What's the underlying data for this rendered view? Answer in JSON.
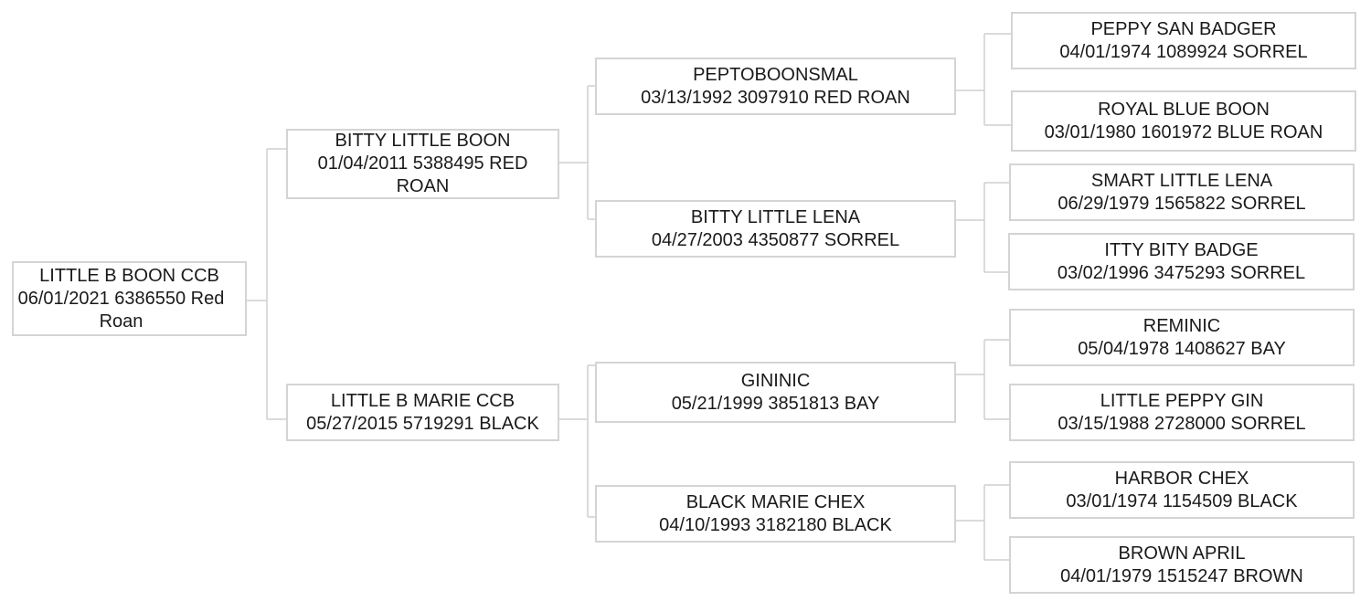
{
  "pedigree": {
    "subject": {
      "name": "LITTLE B BOON CCB",
      "info": "06/01/2021 6386550 Red Roan"
    },
    "sire": {
      "name": "BITTY LITTLE BOON",
      "info": "01/04/2011 5388495 RED ROAN"
    },
    "dam": {
      "name": "LITTLE B MARIE CCB",
      "info": "05/27/2015 5719291 BLACK"
    },
    "sire_sire": {
      "name": "PEPTOBOONSMAL",
      "info": "03/13/1992 3097910 RED ROAN"
    },
    "sire_dam": {
      "name": "BITTY LITTLE LENA",
      "info": "04/27/2003 4350877 SORREL"
    },
    "dam_sire": {
      "name": "GININIC",
      "info": "05/21/1999 3851813 BAY"
    },
    "dam_dam": {
      "name": "BLACK MARIE CHEX",
      "info": "04/10/1993 3182180 BLACK"
    },
    "sire_sire_sire": {
      "name": "PEPPY SAN BADGER",
      "info": "04/01/1974 1089924 SORREL"
    },
    "sire_sire_dam": {
      "name": "ROYAL BLUE BOON",
      "info": "03/01/1980 1601972 BLUE ROAN"
    },
    "sire_dam_sire": {
      "name": "SMART LITTLE LENA",
      "info": "06/29/1979 1565822 SORREL"
    },
    "sire_dam_dam": {
      "name": "ITTY BITY BADGE",
      "info": "03/02/1996 3475293 SORREL"
    },
    "dam_sire_sire": {
      "name": "REMINIC",
      "info": "05/04/1978 1408627 BAY"
    },
    "dam_sire_dam": {
      "name": "LITTLE PEPPY GIN",
      "info": "03/15/1988 2728000 SORREL"
    },
    "dam_dam_sire": {
      "name": "HARBOR CHEX",
      "info": "03/01/1974 1154509 BLACK"
    },
    "dam_dam_dam": {
      "name": "BROWN APRIL",
      "info": "04/01/1979 1515247 BROWN"
    }
  },
  "colors": {
    "border": "#d4d4d4",
    "connector": "#cfcfcf",
    "text": "#1a1a1a",
    "background": "#ffffff"
  }
}
